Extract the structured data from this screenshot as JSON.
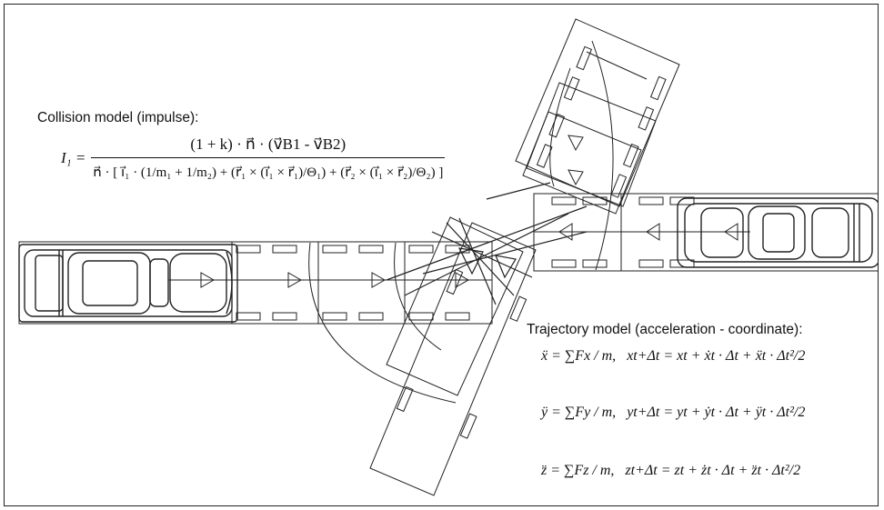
{
  "collision": {
    "title": "Collision model (impulse):",
    "lhs": "I₁ =",
    "numerator": "(1 + k) · n⃗ · (v⃗B1 - v⃗B2)",
    "denominator": "n⃗ · [ i⃗₁ · (1/m₁ + 1/m₂) + (r⃗₁ × (i⃗₁ × r⃗₁)/Θ₁) + (r⃗₂ × (i⃗₁ × r⃗₂)/Θ₂) ]"
  },
  "trajectory": {
    "title": "Trajectory model (acceleration - coordinate):",
    "eq_x_accel": "ẍ = ∑Fx / m,",
    "eq_x_pos": "xt+Δt = xt + ẋt · Δt + ẍt · Δt²/2",
    "eq_y_accel": "ÿ = ∑Fy / m,",
    "eq_y_pos": "yt+Δt = yt + ẏt · Δt + ÿt · Δt²/2",
    "eq_z_accel": "z̈ = ∑Fz / m,",
    "eq_z_pos": "zt+Δt = zt + żt · Δt + z̈t · Δt²/2"
  }
}
